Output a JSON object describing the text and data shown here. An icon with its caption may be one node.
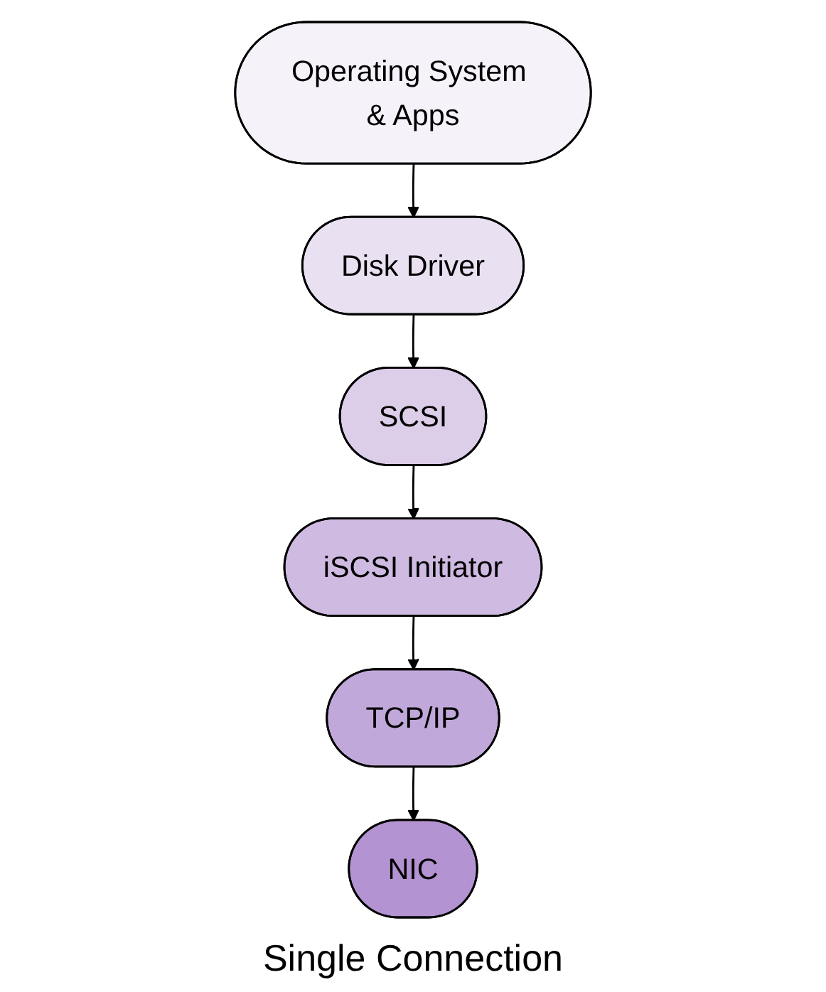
{
  "diagram": {
    "caption": "Single Connection",
    "nodes": [
      {
        "text": [
          "Operating System & Apps"
        ]
      },
      {
        "text": [
          "Disk Driver"
        ]
      },
      {
        "text": [
          "SCSI"
        ]
      },
      {
        "text": [
          "iSCSI Initiator"
        ]
      },
      {
        "text": [
          "TCP/IP"
        ]
      },
      {
        "text": [
          "NIC"
        ]
      }
    ],
    "edges": [
      {
        "from": 0,
        "to": 1,
        "arrow": "to"
      },
      {
        "from": 1,
        "to": 2,
        "arrow": "to"
      },
      {
        "from": 2,
        "to": 3,
        "arrow": "to"
      },
      {
        "from": 3,
        "to": 4,
        "arrow": "to"
      },
      {
        "from": 4,
        "to": 5,
        "arrow": "to"
      }
    ]
  }
}
